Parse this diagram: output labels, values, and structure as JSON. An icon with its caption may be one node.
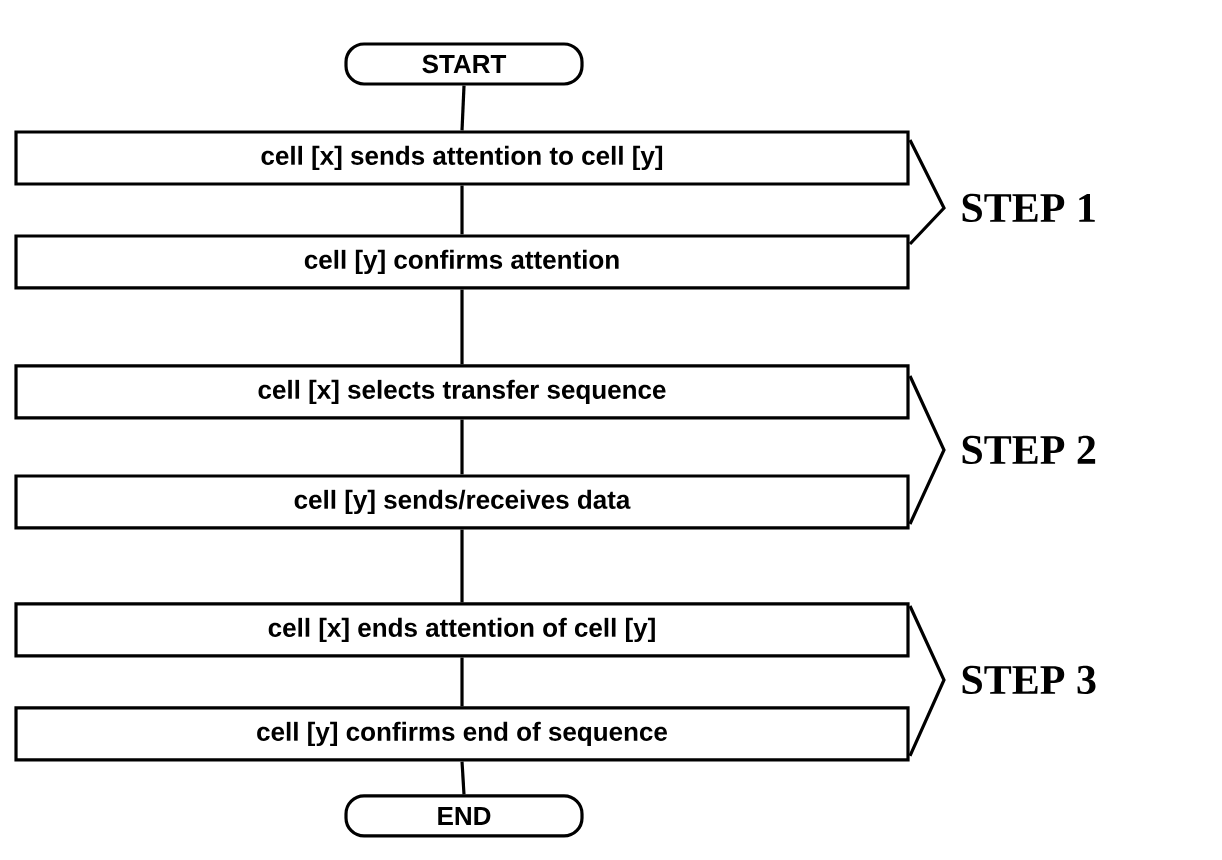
{
  "diagram": {
    "nodes": [
      {
        "text": [
          "START"
        ]
      },
      {
        "text": [
          "cell [x] sends attention to cell [y]"
        ]
      },
      {
        "text": [
          "cell [y] confirms attention"
        ]
      },
      {
        "text": [
          "cell [x] selects transfer sequence"
        ]
      },
      {
        "text": [
          "cell [y] sends/receives data"
        ]
      },
      {
        "text": [
          "cell [x] ends attention of cell [y]"
        ]
      },
      {
        "text": [
          "cell [y] confirms end of sequence"
        ]
      },
      {
        "text": [
          "END"
        ]
      }
    ],
    "edges": [
      {
        "from": 0,
        "to": 1,
        "arrow": "none"
      },
      {
        "from": 1,
        "to": 2,
        "arrow": "none"
      },
      {
        "from": 2,
        "to": 3,
        "arrow": "none"
      },
      {
        "from": 3,
        "to": 4,
        "arrow": "none"
      },
      {
        "from": 4,
        "to": 5,
        "arrow": "none"
      },
      {
        "from": 5,
        "to": 6,
        "arrow": "none"
      },
      {
        "from": 6,
        "to": 7,
        "arrow": "none"
      }
    ],
    "labels": [
      "STEP 1",
      "STEP 2",
      "STEP 3"
    ]
  }
}
